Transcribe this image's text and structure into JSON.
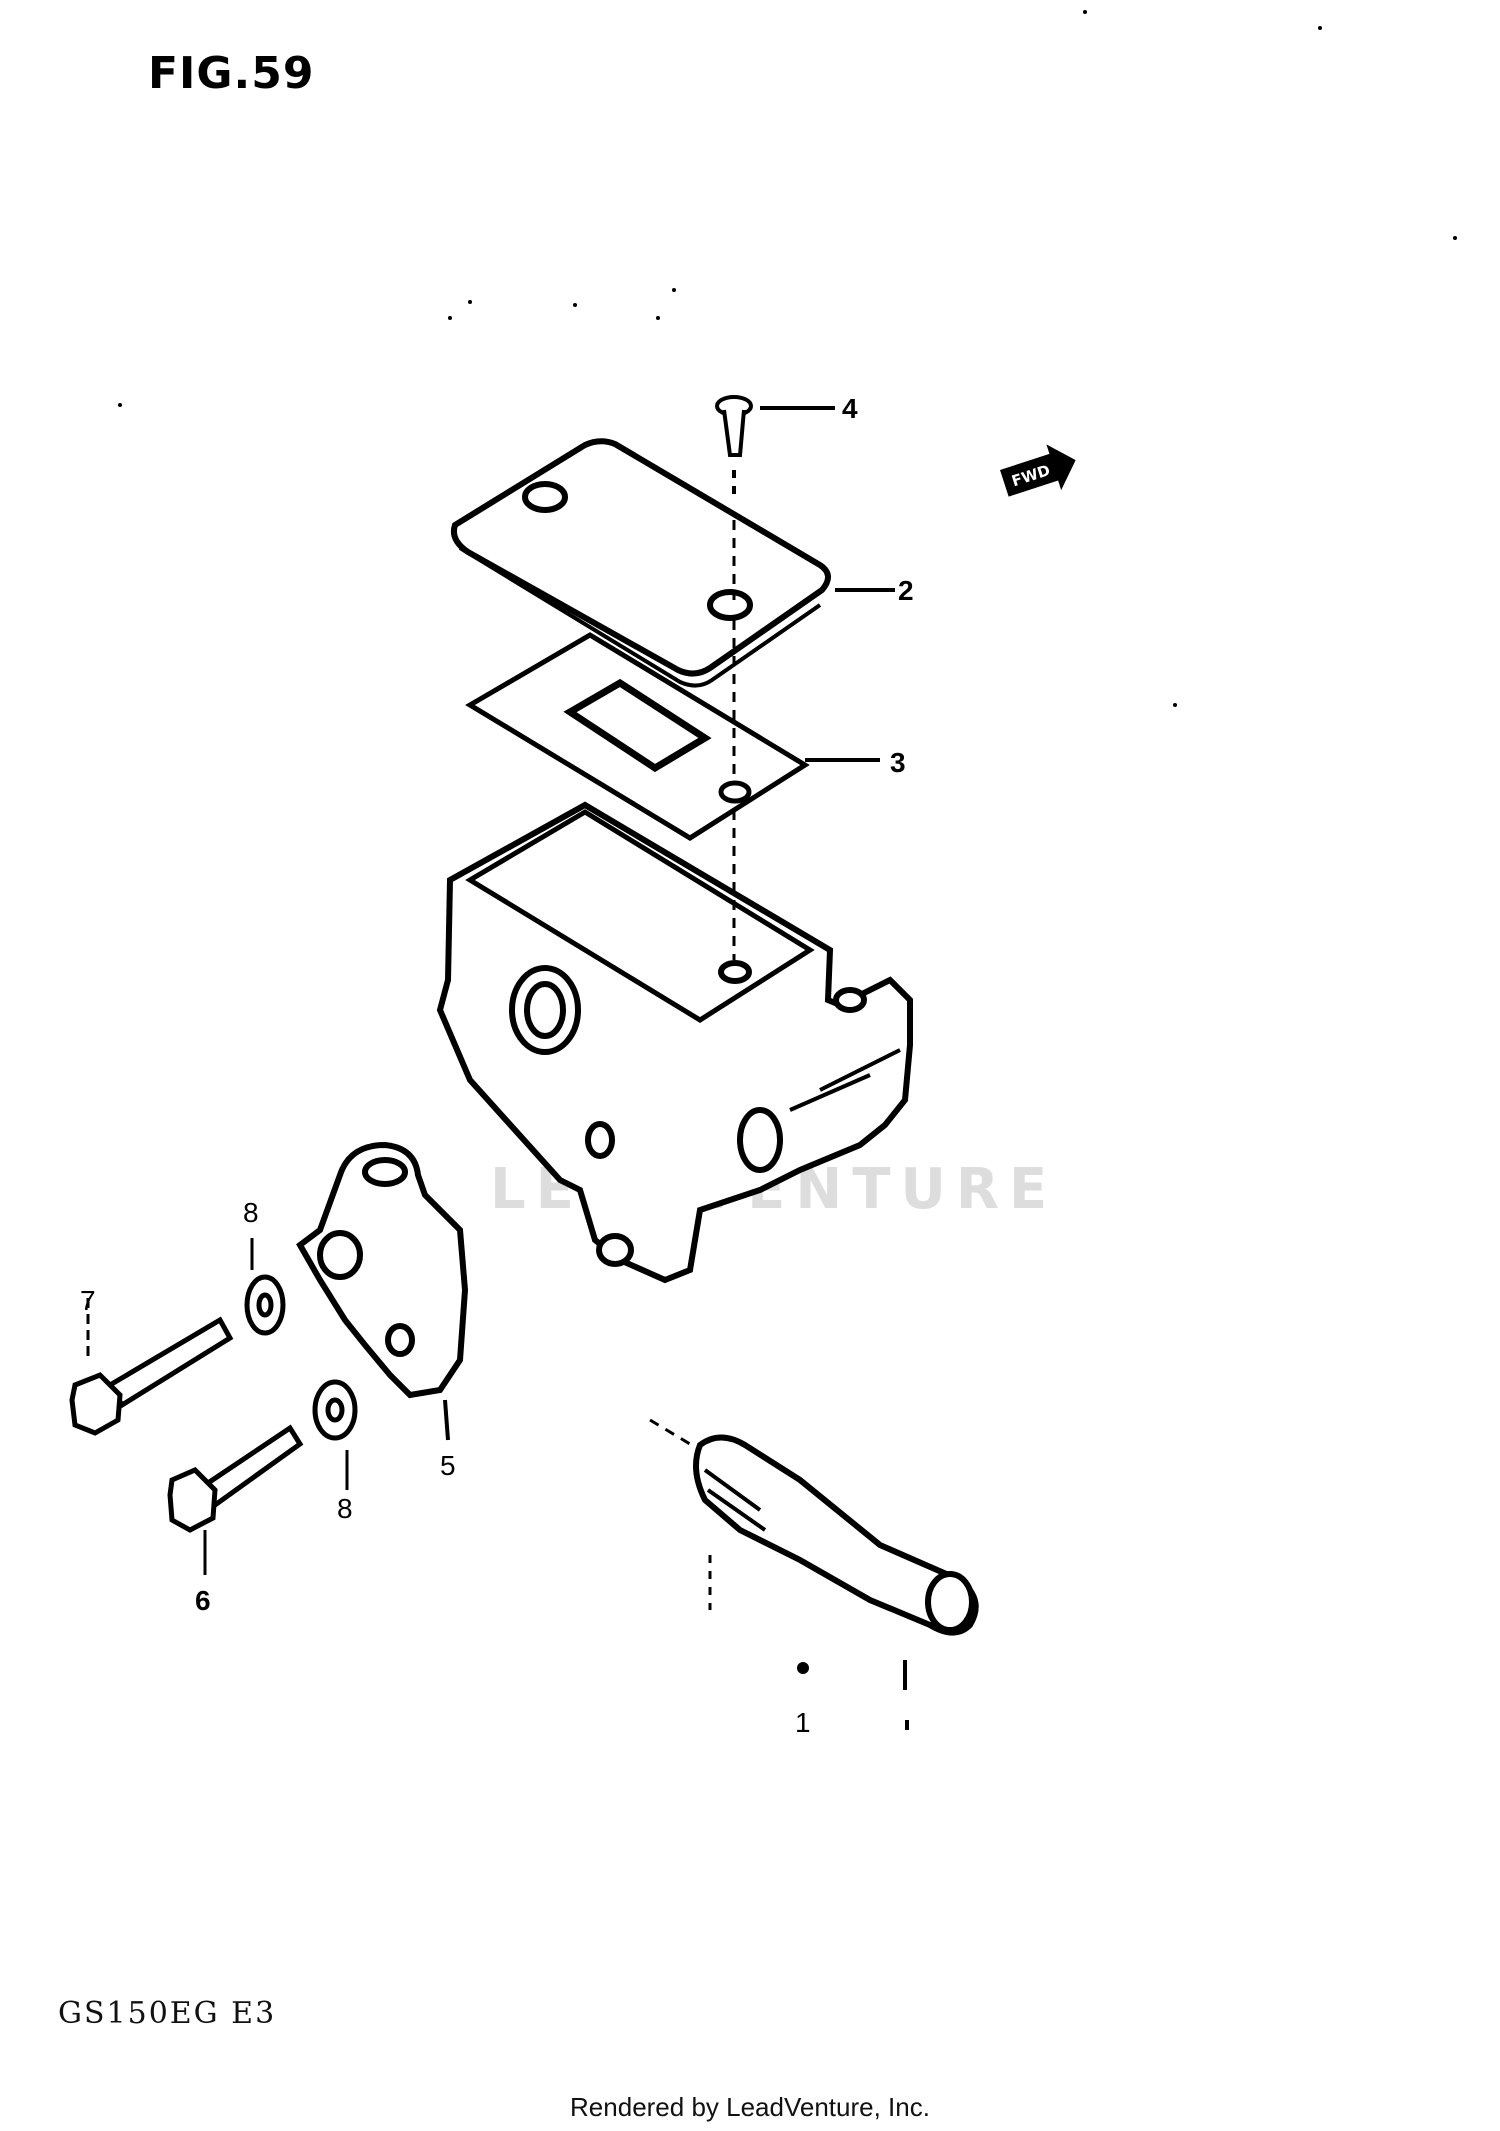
{
  "figure": {
    "title": "FIG.59",
    "direction_badge": "FWD",
    "watermark": "LEADVENTURE"
  },
  "callouts": [
    {
      "id": "1",
      "label": "1"
    },
    {
      "id": "2",
      "label": "2"
    },
    {
      "id": "3",
      "label": "3"
    },
    {
      "id": "4",
      "label": "4"
    },
    {
      "id": "5",
      "label": "5"
    },
    {
      "id": "6",
      "label": "6"
    },
    {
      "id": "7",
      "label": "7"
    },
    {
      "id": "8a",
      "label": "8"
    },
    {
      "id": "8b",
      "label": "8"
    }
  ],
  "footer": {
    "model_code": "GS150EG E3",
    "rendered_by": "Rendered by LeadVenture, Inc."
  },
  "colors": {
    "ink": "#000000",
    "background": "#ffffff",
    "watermark": "#c8c8c8"
  }
}
